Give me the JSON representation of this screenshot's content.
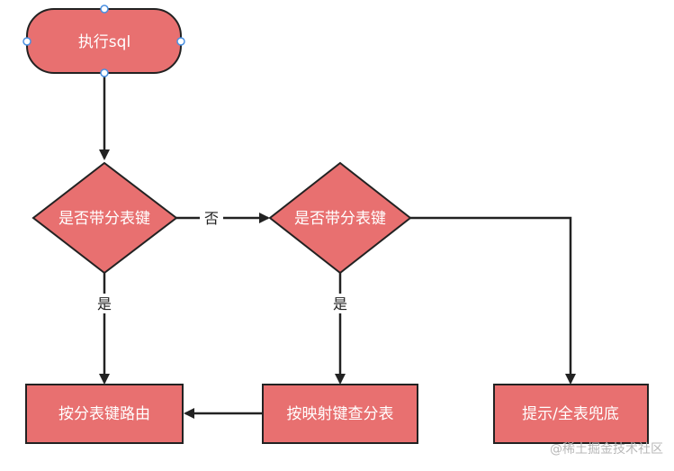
{
  "colors": {
    "fill": "#e87070",
    "stroke": "#222222",
    "handle": "#4a90e2",
    "watermark": "#b8b8b8"
  },
  "nodes": {
    "start": "执行sql",
    "decision1": "是否带分表键",
    "decision2": "是否带分表键",
    "route_by_key": "按分表键路由",
    "lookup_by_mapping": "按映射键查分表",
    "full_table_scan_hint": "提示/全表兜底"
  },
  "edges": {
    "d1_no": "否",
    "d1_yes": "是",
    "d2_yes": "是"
  },
  "watermark": "@稀土掘金技术社区"
}
